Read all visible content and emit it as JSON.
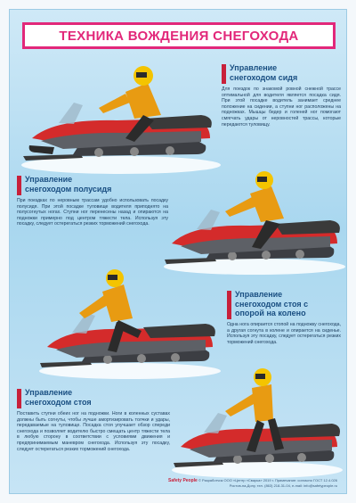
{
  "title": "ТЕХНИКА ВОЖДЕНИЯ СНЕГОХОДА",
  "colors": {
    "title_accent": "#e2287a",
    "heading": "#1a4f82",
    "marker": "#c8203a",
    "sled_red": "#d42b2b",
    "sled_gray": "#5d6066",
    "helmet": "#f4c400",
    "suit": "#e89b12"
  },
  "sections": [
    {
      "title_line1": "Управление",
      "title_line2": "снегоходом сидя",
      "text": "Для поездок по знакомой ровной снежной трассе оптимальной для водителя является посадка сидя. При этой посадке водитель занимает среднее положение на сидении, а ступни ног расположены на подножках. Мышцы бедер и голеней ног помогают смягчать удары от неровностей трассы, которые передаются туловищу."
    },
    {
      "title_line1": "Управление",
      "title_line2": "снегоходом полусидя",
      "text": "При поездках по неровным трассам удобно использовать посадку полусидя. При этой посадке туловище водителя приподнято на полусогнутых ногах. Ступни ног перенесены назад и опираются на подножки примерно под центром тяжести тела. Используя эту посадку, следует остерегаться резких торможений снегохода."
    },
    {
      "title_line1": "Управление",
      "title_line2": "снегоходом стоя с",
      "title_line3": "опорой на колено",
      "text": "Одна нога опирается стопой на подножку снегохода, а другая согнута в колене и опирается на сиденье. Используя эту посадку, следует остерегаться резких торможений снегохода."
    },
    {
      "title_line1": "Управление",
      "title_line2": "снегоходом стоя",
      "text": "Поставить ступни обеих ног на подножки. Ноги в коленных суставах должны быть согнуты, чтобы лучше амортизировать толчки и удары, передаваемые на туловище. Посадка стоя улучшает обзор спереди снегохода и позволяет водителю быстро смещать центр тяжести тела в любую сторону в соответствии с условиями движения и предпринимаемым маневром снегохода. Используя эту посадку, следует остерегаться резких торможений снегохода."
    }
  ],
  "footer": {
    "brand": "Safety People",
    "line1": "© Разработчик ООО «Центр «Сварка» 2019 г. Примечание: согласно ГОСТ 12.4.026",
    "line2": "Ростов-на-Дону, тел. (863) 218-31-04, e-mail: info@safetypeople.ru"
  }
}
